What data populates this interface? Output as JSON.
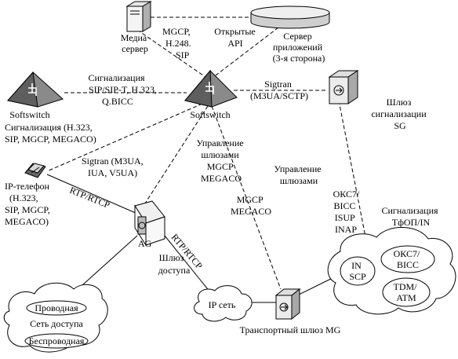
{
  "nodes": {
    "media_server": [
      "Медиа",
      "сервер"
    ],
    "app_server": [
      "Сервер",
      "приложений",
      "(3-я сторона)"
    ],
    "softswitch_left": [
      "Softswitch"
    ],
    "softswitch_center": [
      "Softswitch"
    ],
    "sg": [
      "Шлюз",
      "сигнализации",
      "SG"
    ],
    "ip_phone": [
      "IP-телефон",
      "(H.323,",
      "SIP, MGCP,",
      "MEGACO)"
    ],
    "ag": [
      "AG"
    ],
    "ag_caption": [
      "Шлюз",
      "доступа"
    ],
    "ip_net": [
      "IP сеть"
    ],
    "mg": [
      "Транспортный шлюз MG"
    ],
    "access_net": [
      "Проводная",
      "Сеть доступа",
      "Беспроводная"
    ],
    "pstn": [
      "IN",
      "SCP",
      "ОКС7/",
      "BICC",
      "TDM/",
      "ATM"
    ]
  },
  "links": {
    "media_to_soft": [
      "MGCP,",
      "H.248.",
      "SIP"
    ],
    "api": [
      "Открытые",
      "API"
    ],
    "soft_to_soft": [
      "Сигнализация",
      "SIP/SIP-T, H.323,",
      "Q.BICC"
    ],
    "soft_to_sg": [
      "Sigtran",
      "(M3UA/SCTP)"
    ],
    "sig_phone": [
      "Сигнализация (H.323,",
      "SIP, MGCP, MEGACO)"
    ],
    "sigtran_ag": [
      "Sigtran (M3UA,",
      "IUA, V5UA)"
    ],
    "gw_control_1": [
      "Управление",
      "шлюзами",
      "MGCP",
      "MEGACO"
    ],
    "gw_control_2": [
      "Управление",
      "шлюзами"
    ],
    "mgcp_mg": [
      "MGCP",
      "MEGACO"
    ],
    "ss7_list": [
      "ОКС7/",
      "BICC",
      "ISUP",
      "INAP"
    ],
    "pstn_sig": [
      "Сигнализация",
      "ТфОП/IN"
    ],
    "rtp_1": [
      "RTP/RTCP"
    ],
    "rtp_2": [
      "RTP/RTCP"
    ]
  }
}
